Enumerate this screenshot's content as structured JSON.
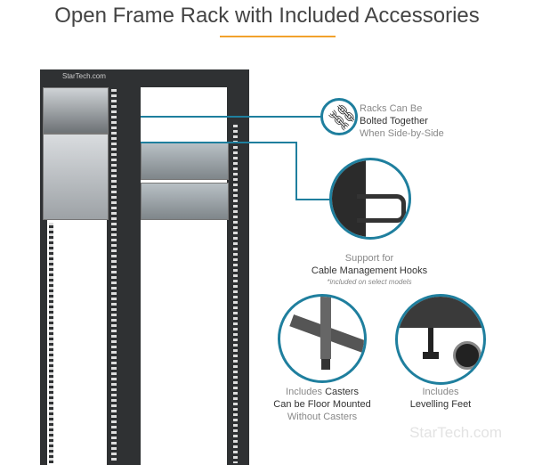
{
  "title": "Open Frame Rack with Included Accessories",
  "rack_logo": "StarTech.com",
  "callouts": {
    "bolted": {
      "line1": "Racks Can Be",
      "line2": "Bolted Together",
      "line3": "When Side-by-Side",
      "icon": "link-icon"
    },
    "hooks": {
      "line1": "Support for",
      "line2": "Cable Management Hooks",
      "note": "*included on select models"
    },
    "casters": {
      "line1a": "Includes ",
      "line1b": "Casters",
      "line2": "Can be Floor Mounted",
      "line3": "Without Casters"
    },
    "feet": {
      "line1": "Includes",
      "line2": "Levelling Feet"
    }
  },
  "watermark": "StarTech.com",
  "colors": {
    "accent": "#1f7f9e",
    "underline": "#f2a22c"
  }
}
